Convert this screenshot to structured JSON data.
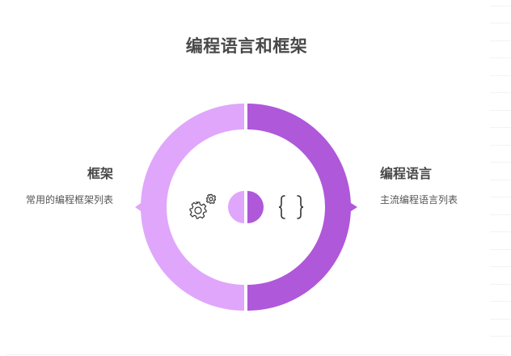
{
  "title": "编程语言和框架",
  "colors": {
    "left_segment": "#E0A6FB",
    "right_segment": "#AF58DA",
    "text_dark": "#484848",
    "text_muted": "#555555",
    "icon_stroke": "#333333"
  },
  "left": {
    "title": "框架",
    "description": "常用的编程框架列表",
    "icon": "gears-icon"
  },
  "right": {
    "title": "编程语言",
    "description": "主流编程语言列表",
    "icon": "curly-braces-icon"
  }
}
